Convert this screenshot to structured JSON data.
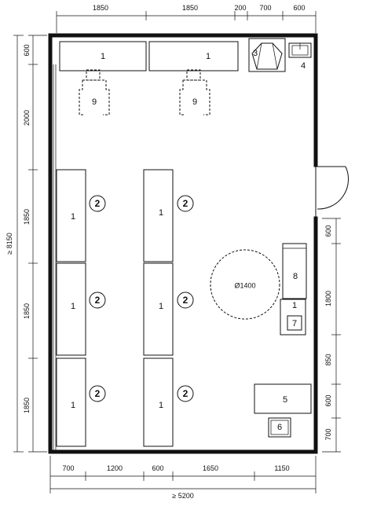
{
  "dimensions": {
    "top": [
      "1850",
      "1850",
      "200",
      "700",
      "600"
    ],
    "bottom": [
      "700",
      "1200",
      "600",
      "1650",
      "1150"
    ],
    "overall_width": "≥ 5200",
    "left": [
      "600",
      "2000",
      "1850",
      "1850",
      "1850"
    ],
    "overall_height": "≥ 8150",
    "right": [
      "600",
      "1800",
      "850",
      "600",
      "700"
    ]
  },
  "labels": {
    "bench": "1",
    "sink_unit": "3",
    "tap": "4",
    "fume_hood": "5",
    "cabinet": "6",
    "stool": "7",
    "center_table": "8",
    "table_label_1": "1",
    "chair": "9",
    "seat": "2",
    "circle_diameter": "Ø1400"
  }
}
